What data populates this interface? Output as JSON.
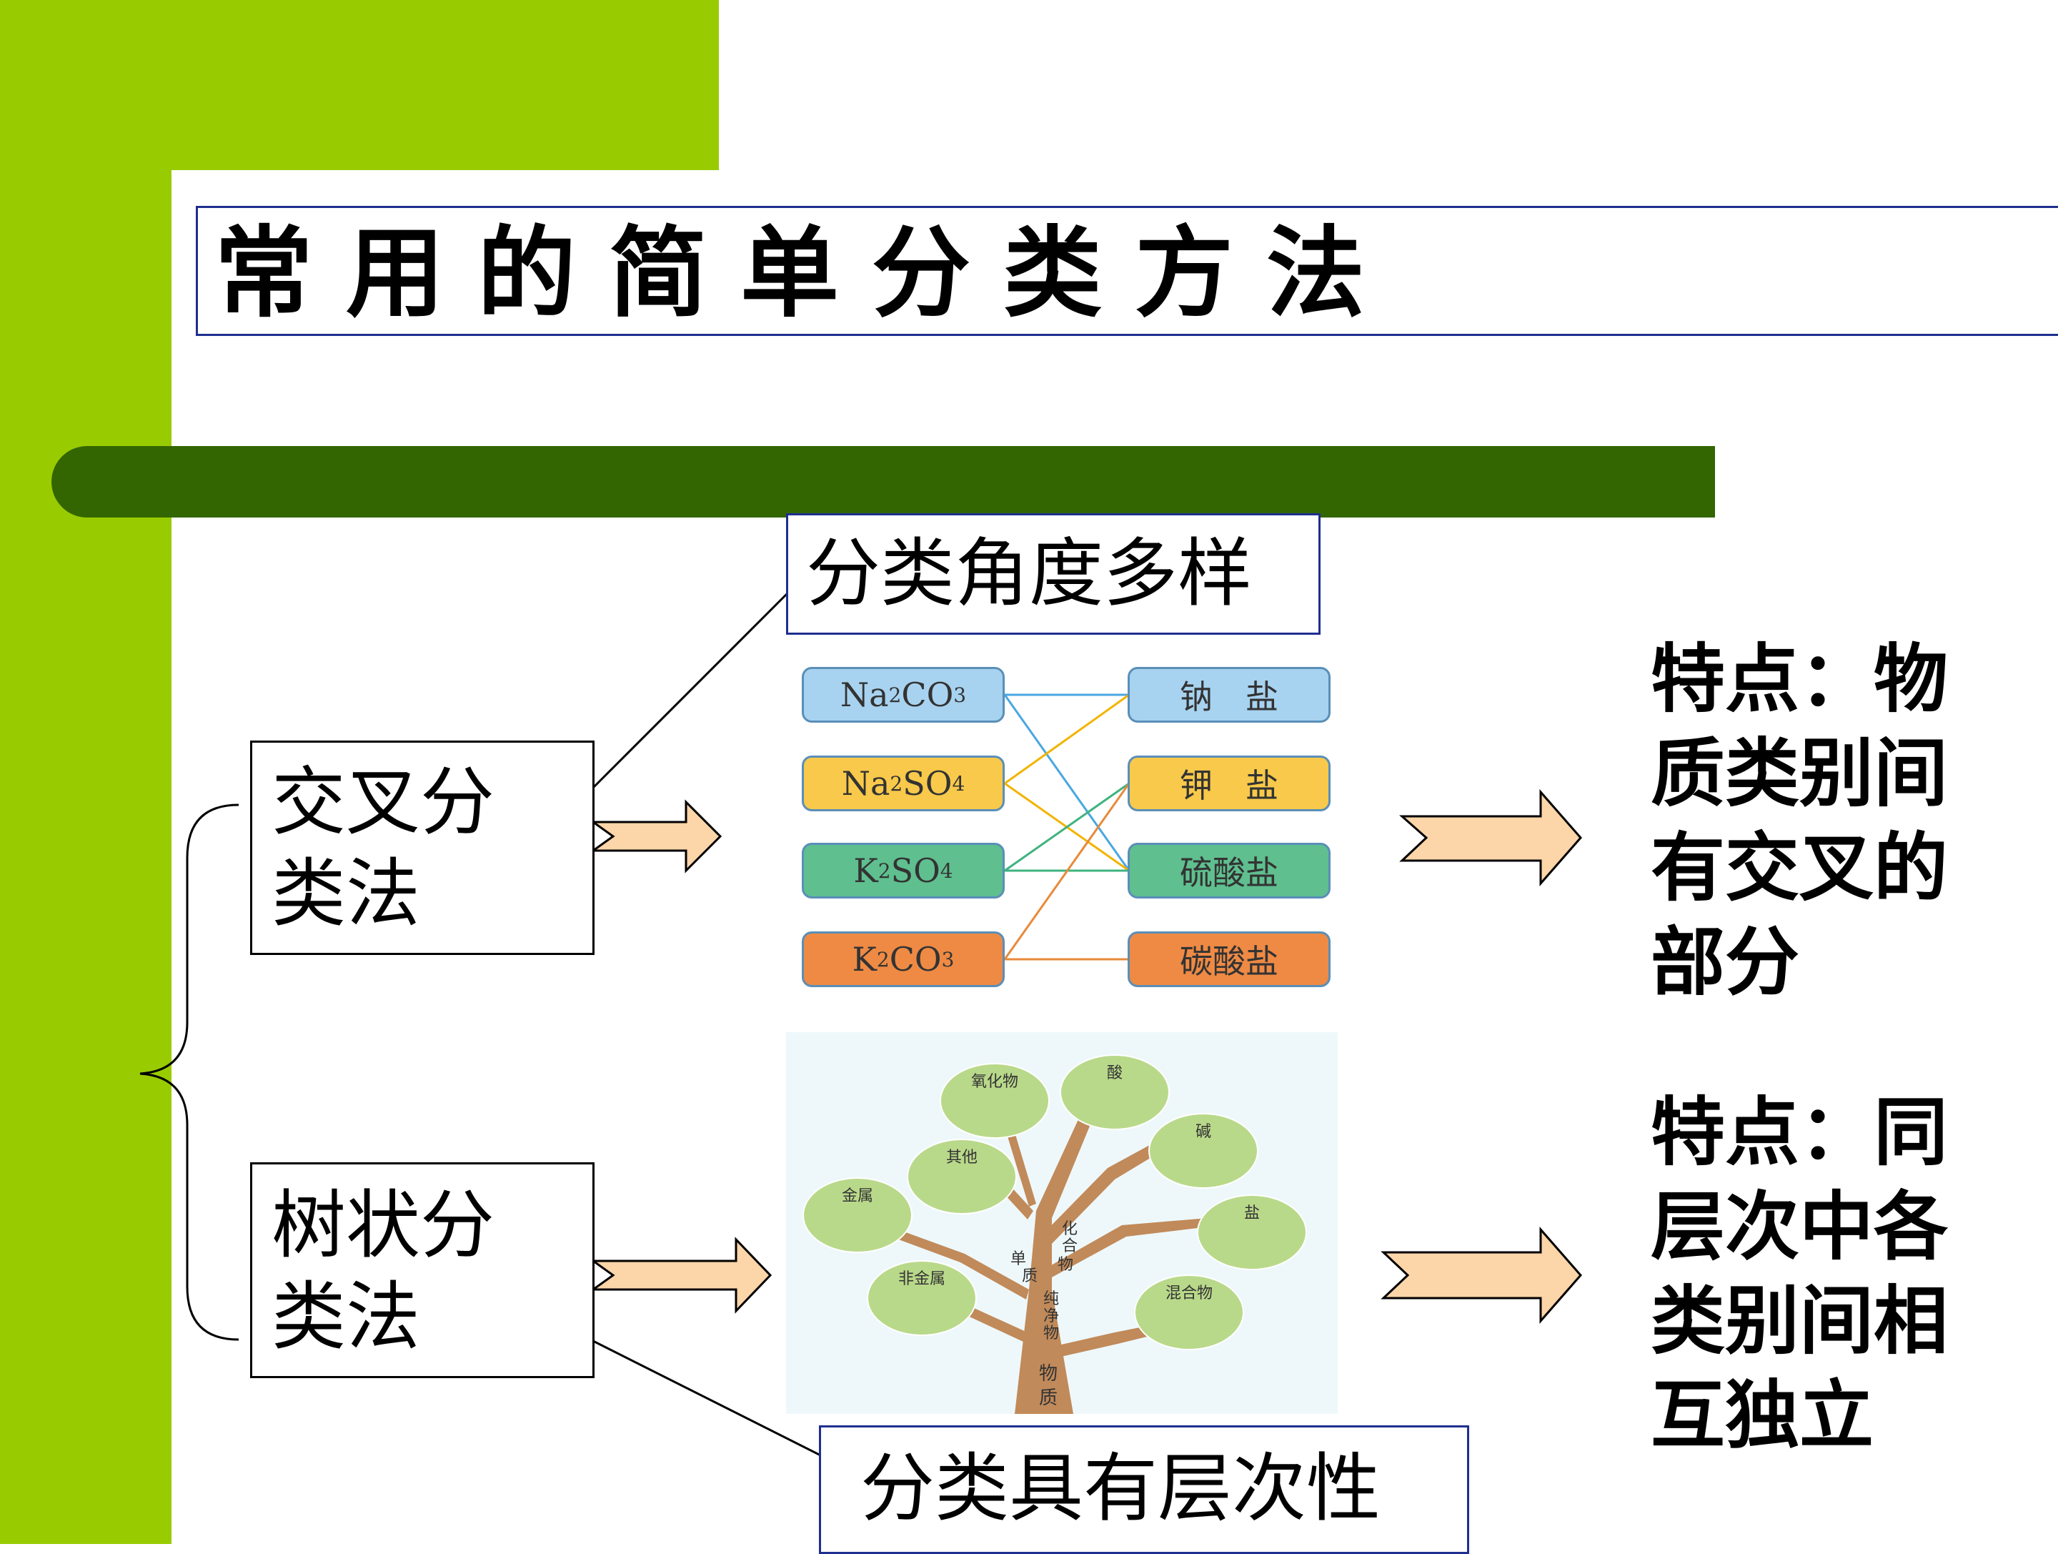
{
  "title": "常用的简单分类方法",
  "labels": {
    "top": "分类角度多样",
    "bottom": "分类具有层次性"
  },
  "methods": {
    "cross": {
      "line1": "交叉分",
      "line2": "类法"
    },
    "tree": {
      "line1": "树状分",
      "line2": "类法"
    }
  },
  "features": {
    "cross": {
      "l1": "特点：物",
      "l2": "质类别间",
      "l3": "有交叉的",
      "l4": "部分"
    },
    "tree": {
      "l1": "特点：同",
      "l2": "层次中各",
      "l3": "类别间相",
      "l4": "互独立"
    }
  },
  "cross_diagram": {
    "left": [
      {
        "main": "Na",
        "sub1": "2",
        "mid": "CO",
        "sub2": "3",
        "color": "#a7d3f0"
      },
      {
        "main": "Na",
        "sub1": "2",
        "mid": "SO",
        "sub2": "4",
        "color": "#f8c94a"
      },
      {
        "main": "K",
        "sub1": "2",
        "mid": "SO",
        "sub2": "4",
        "color": "#5fbf8f"
      },
      {
        "main": "K",
        "sub1": "2",
        "mid": "CO",
        "sub2": "3",
        "color": "#ee8a44"
      }
    ],
    "right": [
      {
        "label": "钠　盐",
        "color": "#a7d3f0"
      },
      {
        "label": "钾　盐",
        "color": "#f8c94a"
      },
      {
        "label": "硫酸盐",
        "color": "#5fbf8f"
      },
      {
        "label": "碳酸盐",
        "color": "#ee8a44"
      }
    ]
  },
  "tree_diagram": {
    "leaves": [
      "氧化物",
      "酸",
      "其他",
      "碱",
      "金属",
      "盐",
      "非金属",
      "混合物"
    ],
    "trunk": [
      "单",
      "质",
      "化",
      "合",
      "物",
      "纯",
      "净",
      "物"
    ],
    "root": [
      "物",
      "质"
    ]
  },
  "colors": {
    "accent_green": "#99cc00",
    "dark_green": "#336600",
    "arrow_fill": "#fcd5a8"
  }
}
